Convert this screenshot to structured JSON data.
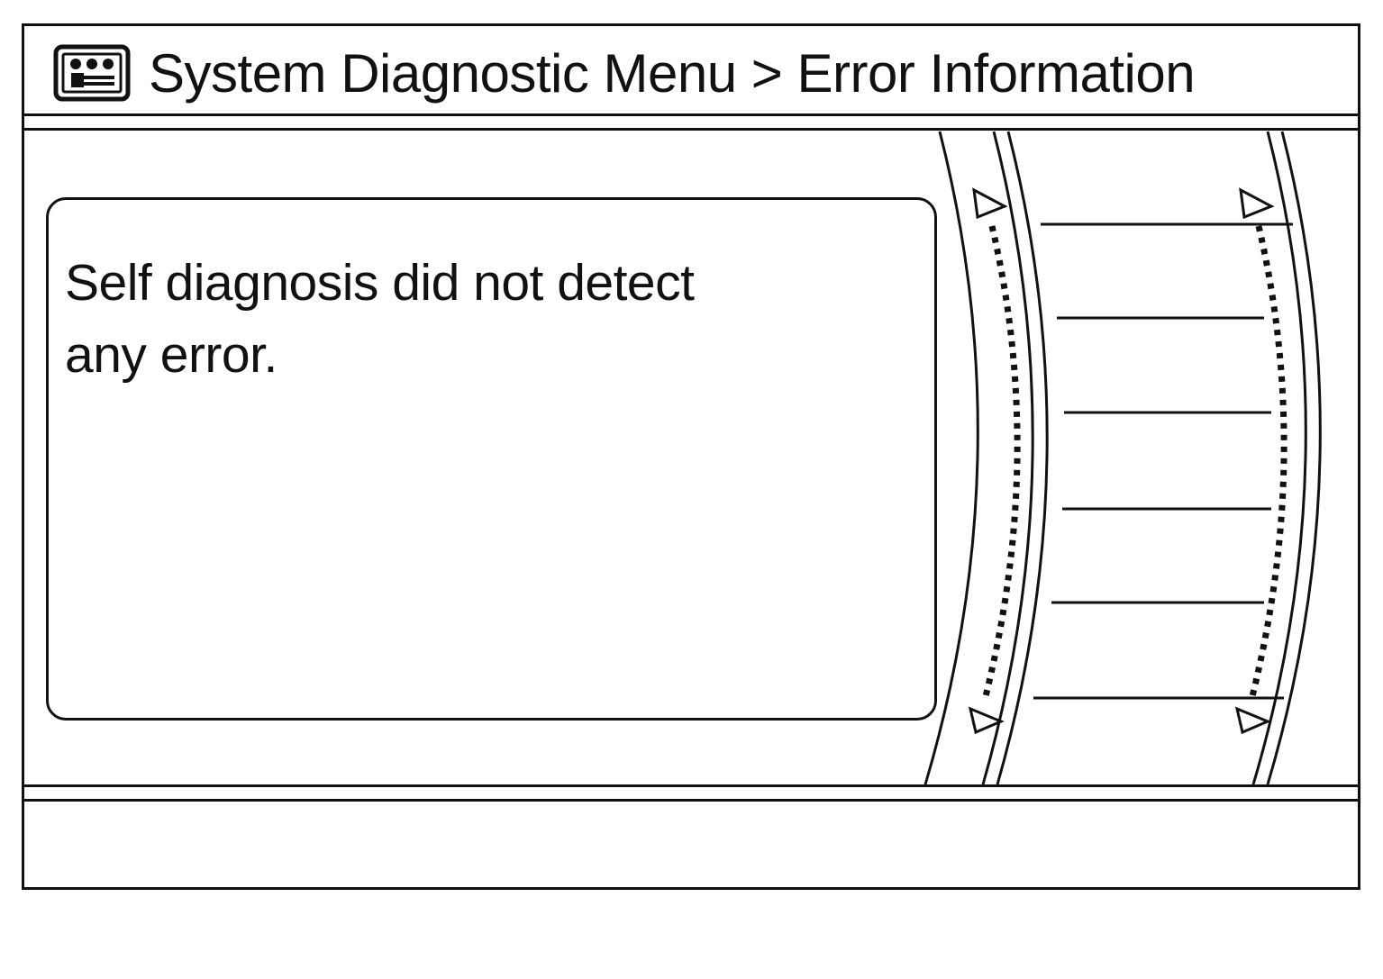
{
  "header": {
    "icon": "diagnostic-menu-icon",
    "title": "System Diagnostic Menu > Error Information"
  },
  "message": {
    "lines": [
      "Self diagnosis did not detect",
      "any error."
    ]
  },
  "dial": {
    "left_scroll_icon": "scroll-arrows-icon",
    "right_scroll_icon": "scroll-arrows-icon",
    "menu_slot_count": 6
  },
  "colors": {
    "foreground": "#111111",
    "background": "#ffffff"
  }
}
